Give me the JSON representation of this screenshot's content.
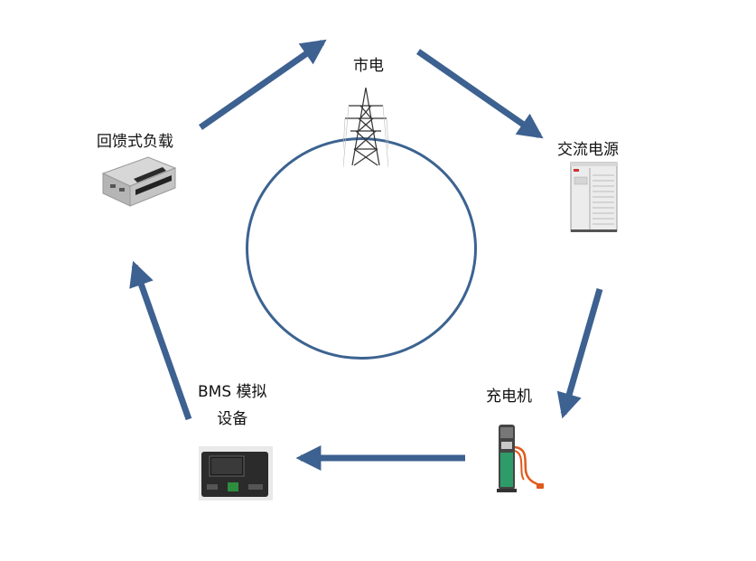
{
  "diagram": {
    "nodes": {
      "grid": {
        "label": "市电",
        "icon": "transmission-tower-icon"
      },
      "ac_source": {
        "label": "交流电源",
        "icon": "power-cabinet-icon"
      },
      "charger": {
        "label": "充电机",
        "icon": "charging-pile-icon"
      },
      "bms": {
        "label_line1": "BMS 模拟",
        "label_line2": "设备",
        "icon": "bms-device-icon"
      },
      "feedback_load": {
        "label": "回馈式负载",
        "icon": "feedback-load-device-icon"
      }
    },
    "edges": [
      {
        "from": "grid",
        "to": "ac_source"
      },
      {
        "from": "ac_source",
        "to": "charger"
      },
      {
        "from": "charger",
        "to": "bms"
      },
      {
        "from": "bms",
        "to": "feedback_load"
      },
      {
        "from": "feedback_load",
        "to": "grid"
      }
    ],
    "colors": {
      "arrow": "#3d6190",
      "ring": "#3c6391"
    }
  }
}
